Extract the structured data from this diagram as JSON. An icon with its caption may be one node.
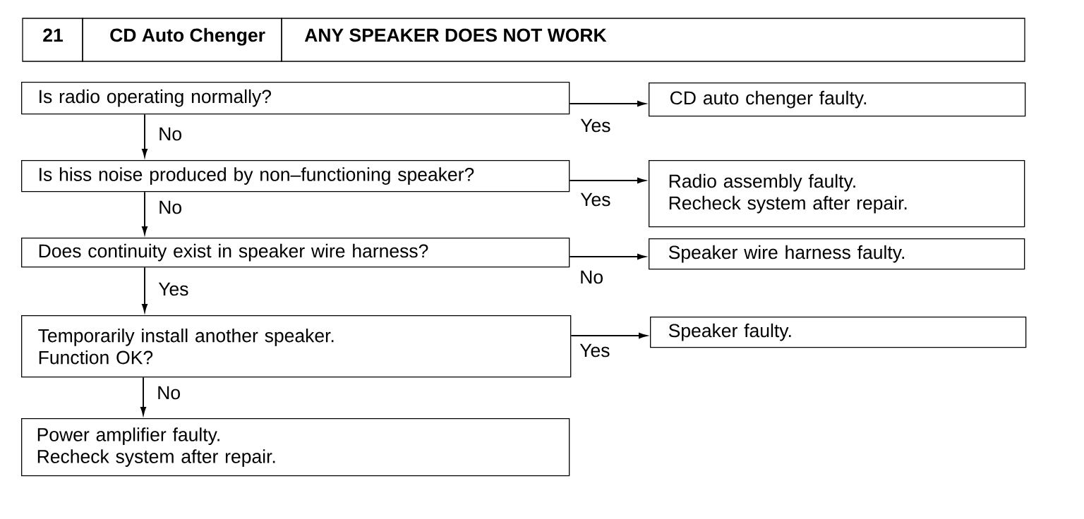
{
  "diagram": {
    "nodes": [
      {
        "text": [
          "Is radio operating normally?"
        ]
      },
      {
        "text": [
          "CD auto chenger faulty."
        ]
      },
      {
        "text": [
          "Is hiss noise produced by non–functioning speaker?"
        ]
      },
      {
        "text": [
          "Radio assembly faulty.",
          "Recheck system after repair."
        ]
      },
      {
        "text": [
          "Does continuity exist in speaker wire harness?"
        ]
      },
      {
        "text": [
          "Speaker wire harness faulty."
        ]
      },
      {
        "text": [
          "Temporarily install another speaker.",
          "Function OK?"
        ]
      },
      {
        "text": [
          "Speaker faulty."
        ]
      },
      {
        "text": [
          "Power amplifier faulty.",
          "Recheck system after repair."
        ]
      }
    ],
    "edges": [
      {
        "from": 0,
        "to": 1,
        "arrow": "to",
        "label": "Yes"
      },
      {
        "from": 0,
        "to": 2,
        "arrow": "to",
        "label": "No"
      },
      {
        "from": 2,
        "to": 3,
        "arrow": "to",
        "label": "Yes"
      },
      {
        "from": 2,
        "to": 4,
        "arrow": "to",
        "label": "No"
      },
      {
        "from": 4,
        "to": 5,
        "arrow": "to",
        "label": "No"
      },
      {
        "from": 4,
        "to": 6,
        "arrow": "to",
        "label": "Yes"
      },
      {
        "from": 6,
        "to": 7,
        "arrow": "to",
        "label": "Yes"
      },
      {
        "from": 6,
        "to": 8,
        "arrow": "to",
        "label": "No"
      }
    ],
    "labels": [
      "21",
      "CD Auto Chenger",
      "ANY SPEAKER DOES NOT WORK"
    ]
  }
}
